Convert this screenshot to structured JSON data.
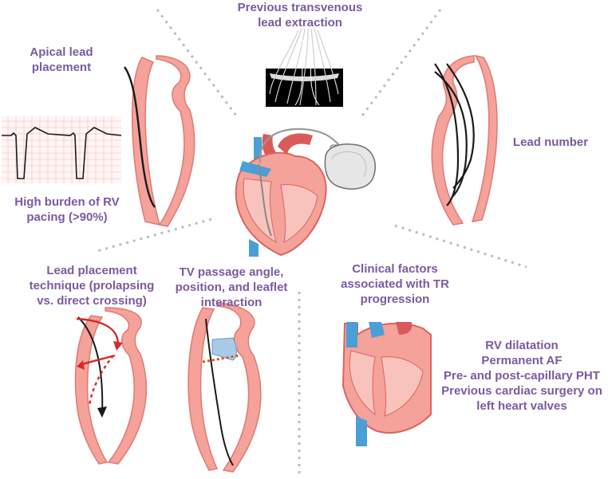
{
  "labels": {
    "lead_extraction": [
      "Previous transvenous",
      "lead extraction"
    ],
    "apical": [
      "Apical lead",
      "placement"
    ],
    "rv_pacing": [
      "High burden of RV",
      "pacing (>90%)"
    ],
    "lead_number": [
      "Lead number"
    ],
    "placement_technique": [
      "Lead placement",
      "technique (prolapsing",
      "vs. direct crossing)"
    ],
    "tv_passage": [
      "TV passage angle,",
      "position, and leaflet",
      "interaction"
    ],
    "clinical_factors": [
      "Clinical factors",
      "associated with TR",
      "progression"
    ],
    "clinical_list": [
      "RV dilatation",
      "Permanent AF",
      "Pre- and post-capillary PHT",
      "Previous cardiac surgery on",
      "left heart valves"
    ]
  },
  "colors": {
    "text": "#7b5aa0",
    "myocardium": "#f4a29a",
    "myocardium_dark": "#e07a72",
    "vessel_blue": "#4a9fd6",
    "lead": "#1a1a1a",
    "divider": "#bdbdbd",
    "ecg_grid": "#f2b8b8",
    "dashed_path": "#d42a2a",
    "dashed_orange": "#d65a1a",
    "leaflet": "#a8cbe8"
  },
  "icons": {
    "center": "heart-with-pacemaker-icon",
    "extraction": "lead-extraction-icon",
    "ecg": "ecg-strip-icon"
  }
}
